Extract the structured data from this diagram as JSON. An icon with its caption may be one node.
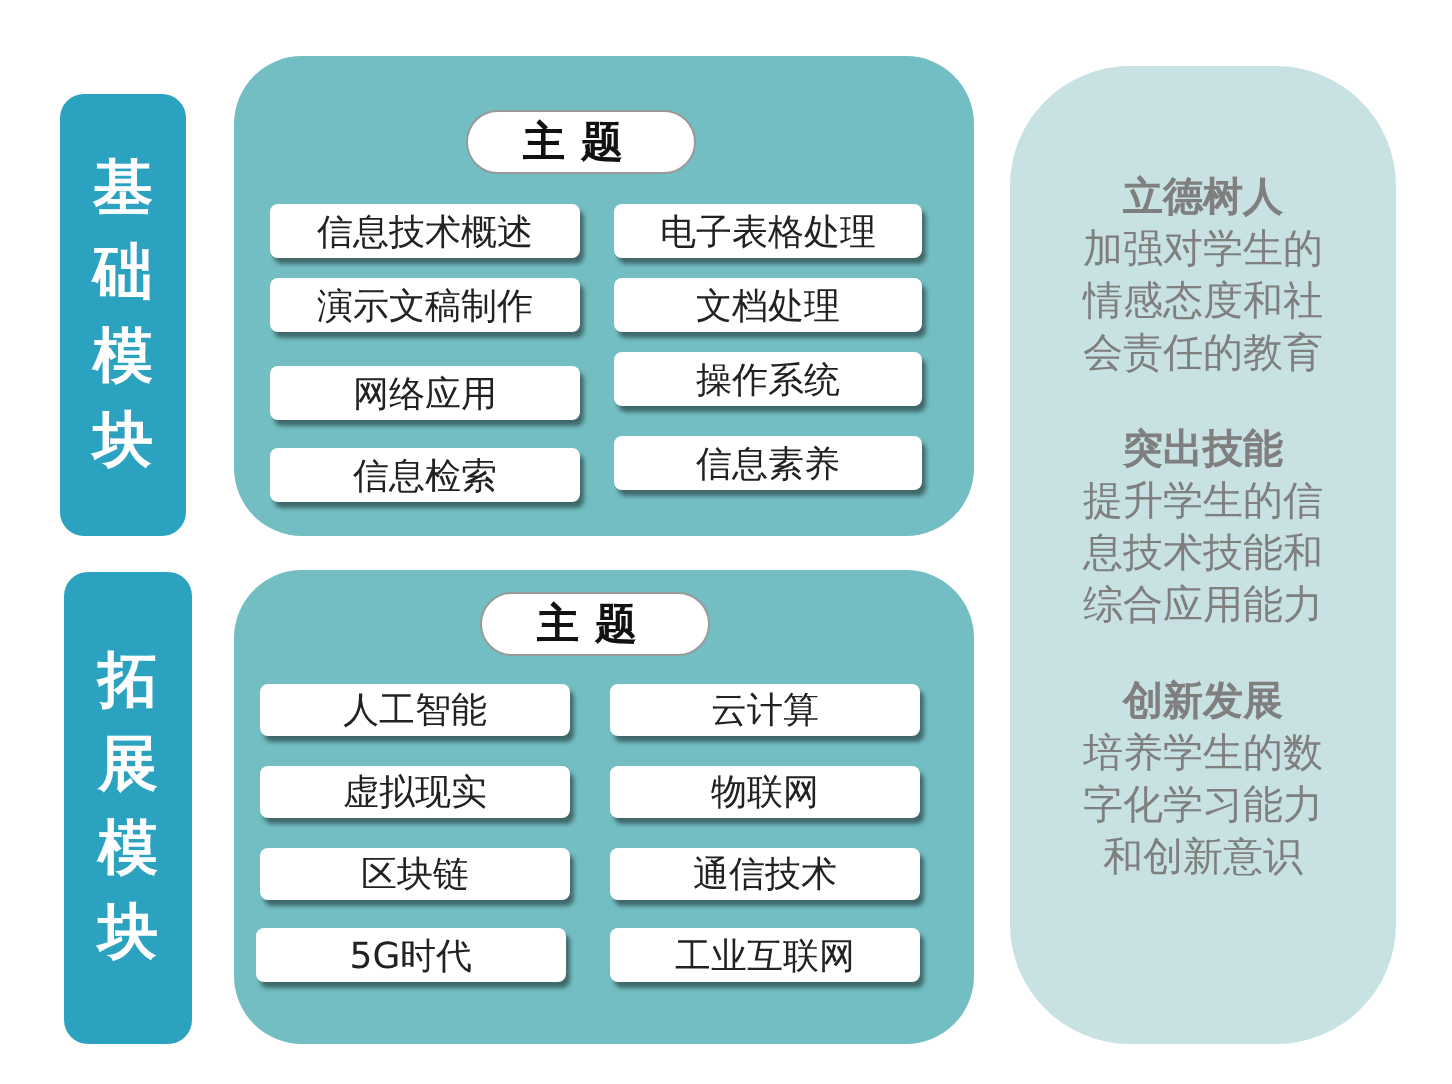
{
  "diagram": {
    "nodes": [
      {
        "text": [
          "基础模块"
        ]
      },
      {
        "text": [],
        "shape": "box"
      },
      {
        "text": [
          "主题"
        ],
        "in": 1
      },
      {
        "text": [
          "信息技术概述"
        ],
        "in": 1
      },
      {
        "text": [
          "电子表格处理"
        ],
        "in": 1
      },
      {
        "text": [
          "演示文稿制作"
        ],
        "in": 1
      },
      {
        "text": [
          "文档处理"
        ],
        "in": 1
      },
      {
        "text": [
          "网络应用"
        ],
        "in": 1
      },
      {
        "text": [
          "操作系统"
        ],
        "in": 1
      },
      {
        "text": [
          "信息检索"
        ],
        "in": 1
      },
      {
        "text": [
          "信息素养"
        ],
        "in": 1
      },
      {
        "text": [
          "拓展模块"
        ]
      },
      {
        "text": [],
        "shape": "box"
      },
      {
        "text": [
          "主题"
        ],
        "in": 12
      },
      {
        "text": [
          "人工智能"
        ],
        "in": 12
      },
      {
        "text": [
          "云计算"
        ],
        "in": 12
      },
      {
        "text": [
          "虚拟现实"
        ],
        "in": 12
      },
      {
        "text": [
          "物联网"
        ],
        "in": 12
      },
      {
        "text": [
          "区块链"
        ],
        "in": 12
      },
      {
        "text": [
          "通信技术"
        ],
        "in": 12
      },
      {
        "text": [
          "5G时代"
        ],
        "in": 12
      },
      {
        "text": [
          "工业互联网"
        ],
        "in": 12
      },
      {
        "text": [
          "立德树人",
          "加强对学生的情感态度和社会责任的教育",
          "突出技能",
          "提升学生的信息技术技能和综合应用能力",
          "创新发展",
          "培养学生的数字化学习能力和创新意识"
        ]
      }
    ],
    "edges": []
  }
}
